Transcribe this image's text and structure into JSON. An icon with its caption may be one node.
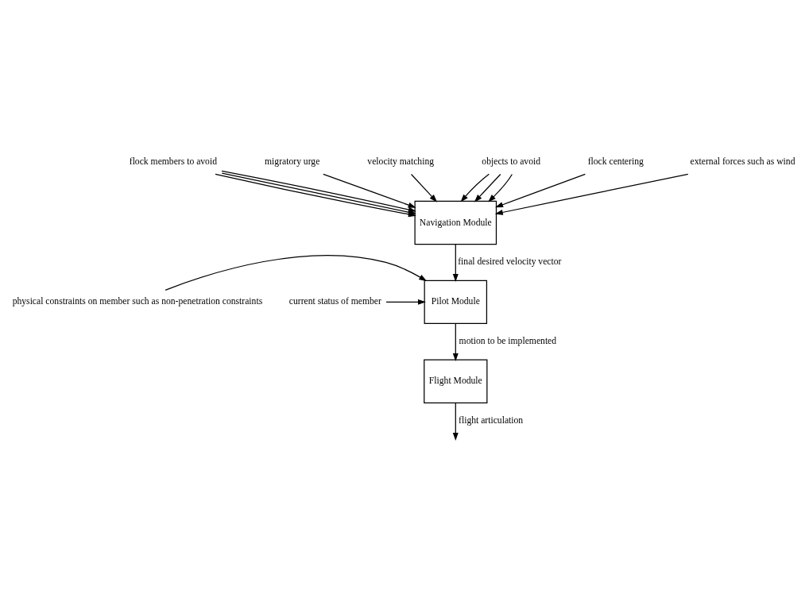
{
  "diagram": {
    "nodes": [
      {
        "text": [
          "Navigation Module"
        ]
      },
      {
        "text": [
          "Pilot Module"
        ]
      },
      {
        "text": [
          "Flight Module"
        ]
      },
      {
        "text": [
          "flock members to avoid"
        ]
      },
      {
        "text": [
          "migratory urge"
        ]
      },
      {
        "text": [
          "velocity matching"
        ]
      },
      {
        "text": [
          "objects to avoid"
        ]
      },
      {
        "text": [
          "flock centering"
        ]
      },
      {
        "text": [
          "external forces such as wind"
        ]
      },
      {
        "text": [
          "physical constraints on member such as non-penetration constraints"
        ]
      },
      {
        "text": [
          "current status of member"
        ]
      }
    ],
    "edges": [
      {
        "from": 3,
        "to": 0,
        "arrow": "to"
      },
      {
        "from": 3,
        "to": 0,
        "arrow": "to"
      },
      {
        "from": 3,
        "to": 0,
        "arrow": "to"
      },
      {
        "from": 4,
        "to": 0,
        "arrow": "to"
      },
      {
        "from": 5,
        "to": 0,
        "arrow": "to"
      },
      {
        "from": 6,
        "to": 0,
        "arrow": "to"
      },
      {
        "from": 6,
        "to": 0,
        "arrow": "to"
      },
      {
        "from": 6,
        "to": 0,
        "arrow": "to"
      },
      {
        "from": 7,
        "to": 0,
        "arrow": "to"
      },
      {
        "from": 8,
        "to": 0,
        "arrow": "to"
      },
      {
        "from": 0,
        "to": 1,
        "arrow": "to",
        "label": "final desired velocity vector"
      },
      {
        "from": 9,
        "to": 1,
        "arrow": "to"
      },
      {
        "from": 10,
        "to": 1,
        "arrow": "to"
      },
      {
        "from": 1,
        "to": 2,
        "arrow": "to",
        "label": "motion to be implemented"
      },
      {
        "from": 2,
        "to": null,
        "arrow": "to",
        "label": "flight articulation"
      }
    ]
  }
}
